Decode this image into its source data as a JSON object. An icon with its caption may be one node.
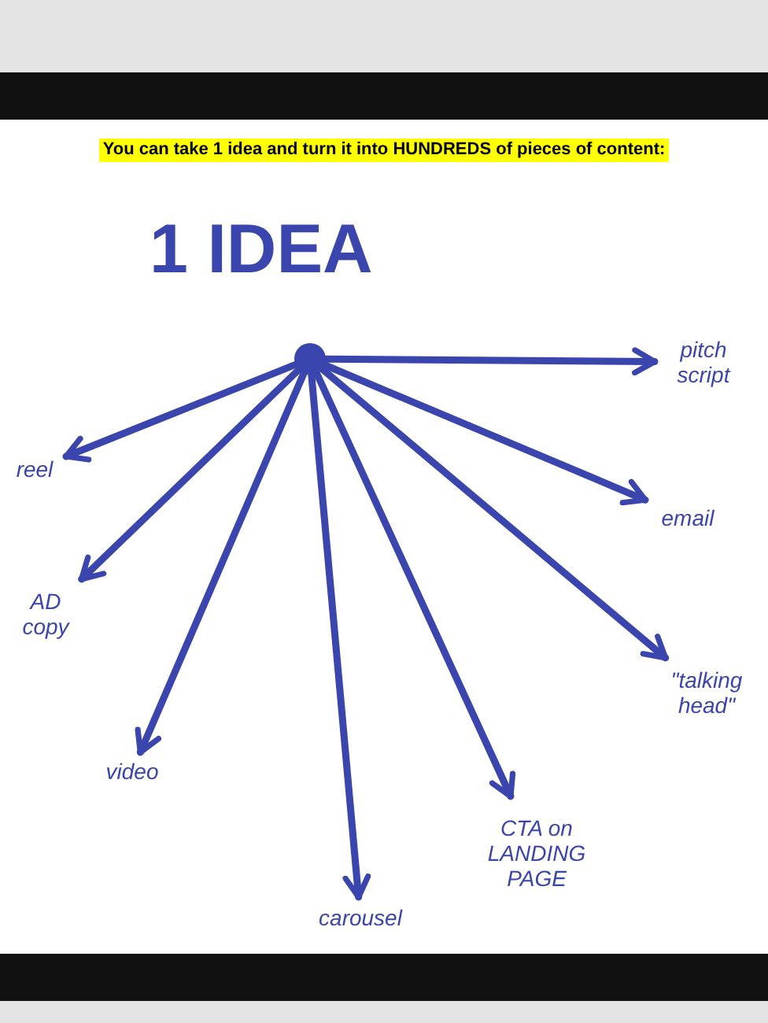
{
  "diagram": {
    "title": "You can take 1 idea and turn it into HUNDREDS of pieces of content:",
    "nodes": [
      {
        "text": [],
        "shape": "circle",
        "beside": [
          "1 IDEA"
        ]
      },
      {
        "text": [
          "reel"
        ]
      },
      {
        "text": [
          "AD copy"
        ]
      },
      {
        "text": [
          "video"
        ]
      },
      {
        "text": [
          "carousel"
        ]
      },
      {
        "text": [
          "CTA on LANDING PAGE"
        ]
      },
      {
        "text": [
          "\"talking head\""
        ]
      },
      {
        "text": [
          "email"
        ]
      },
      {
        "text": [
          "pitch script"
        ]
      }
    ],
    "edges": [
      {
        "from": 0,
        "to": 1,
        "arrow": "to"
      },
      {
        "from": 0,
        "to": 2,
        "arrow": "to"
      },
      {
        "from": 0,
        "to": 3,
        "arrow": "to"
      },
      {
        "from": 0,
        "to": 4,
        "arrow": "to"
      },
      {
        "from": 0,
        "to": 5,
        "arrow": "to"
      },
      {
        "from": 0,
        "to": 6,
        "arrow": "to"
      },
      {
        "from": 0,
        "to": 7,
        "arrow": "to"
      },
      {
        "from": 0,
        "to": 8,
        "arrow": "to"
      }
    ]
  }
}
